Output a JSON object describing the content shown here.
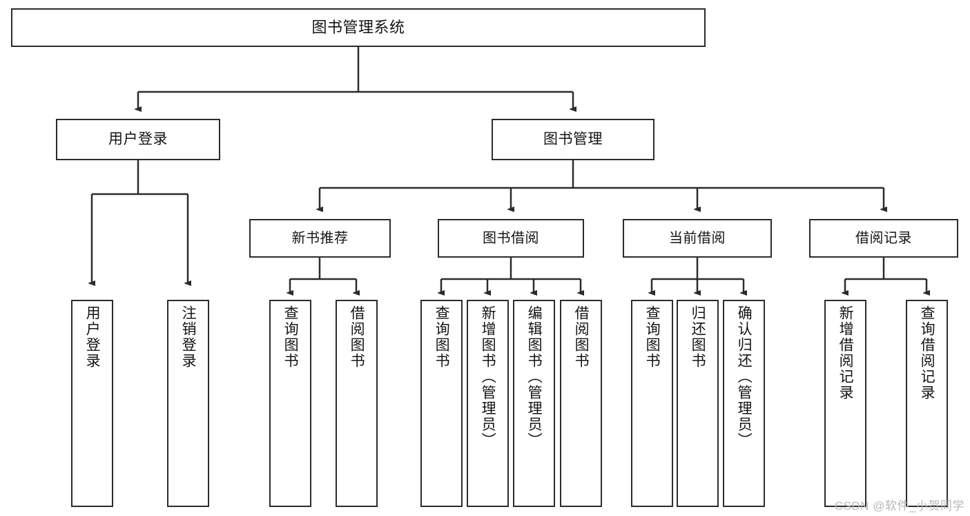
{
  "diagram": {
    "title": "图书管理系统",
    "type": "tree",
    "root": {
      "label": "图书管理系统"
    },
    "level1": [
      {
        "label": "用户登录"
      },
      {
        "label": "图书管理"
      }
    ],
    "level2": [
      {
        "label": "新书推荐",
        "parent": "图书管理"
      },
      {
        "label": "图书借阅",
        "parent": "图书管理"
      },
      {
        "label": "当前借阅",
        "parent": "图书管理"
      },
      {
        "label": "借阅记录",
        "parent": "图书管理"
      }
    ],
    "leaves": [
      {
        "label": "用户登录",
        "parent": "用户登录"
      },
      {
        "label": "注销登录",
        "parent": "用户登录"
      },
      {
        "label": "查询图书",
        "parent": "新书推荐"
      },
      {
        "label": "借阅图书",
        "parent": "新书推荐"
      },
      {
        "label": "查询图书",
        "parent": "图书借阅"
      },
      {
        "label": "新增图书（管理员）",
        "parent": "图书借阅"
      },
      {
        "label": "编辑图书（管理员）",
        "parent": "图书借阅"
      },
      {
        "label": "借阅图书",
        "parent": "图书借阅"
      },
      {
        "label": "查询图书",
        "parent": "当前借阅"
      },
      {
        "label": "归还图书",
        "parent": "当前借阅"
      },
      {
        "label": "确认归还（管理员）",
        "parent": "当前借阅"
      },
      {
        "label": "新增借阅记录",
        "parent": "借阅记录"
      },
      {
        "label": "查询借阅记录",
        "parent": "借阅记录"
      }
    ]
  },
  "watermark": {
    "text": "CSDN @软件_小贺同学"
  },
  "colors": {
    "stroke": "#2b2b2b",
    "fill": "#ffffff",
    "text": "#141414",
    "watermark": "#b9b9b9"
  }
}
